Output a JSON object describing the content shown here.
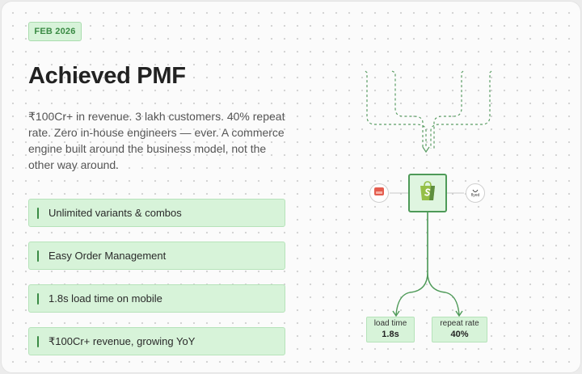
{
  "badge": "FEB 2026",
  "title": "Achieved PMF",
  "description": "₹100Cr+ in revenue. 3 lakh customers. 40% repeat rate. Zero in-house engineers — ever. A commerce engine built around the business model, not the other way around.",
  "features": [
    "Unlimited variants & combos",
    "Easy Order Management",
    "1.8s load time on mobile",
    "₹100Cr+ revenue, growing YoY"
  ],
  "diagram": {
    "hub_icon": "shopify-bag-icon",
    "left_node_icon": "store-icon",
    "right_node_icon": "flyed-logo-icon",
    "right_node_text": "flyed",
    "stats": [
      {
        "label": "load time",
        "value": "1.8s"
      },
      {
        "label": "repeat rate",
        "value": "40%"
      }
    ]
  },
  "colors": {
    "accent_green": "#4e9a58",
    "chip_fill": "#d7f3d9",
    "badge_text": "#3a8a44"
  }
}
